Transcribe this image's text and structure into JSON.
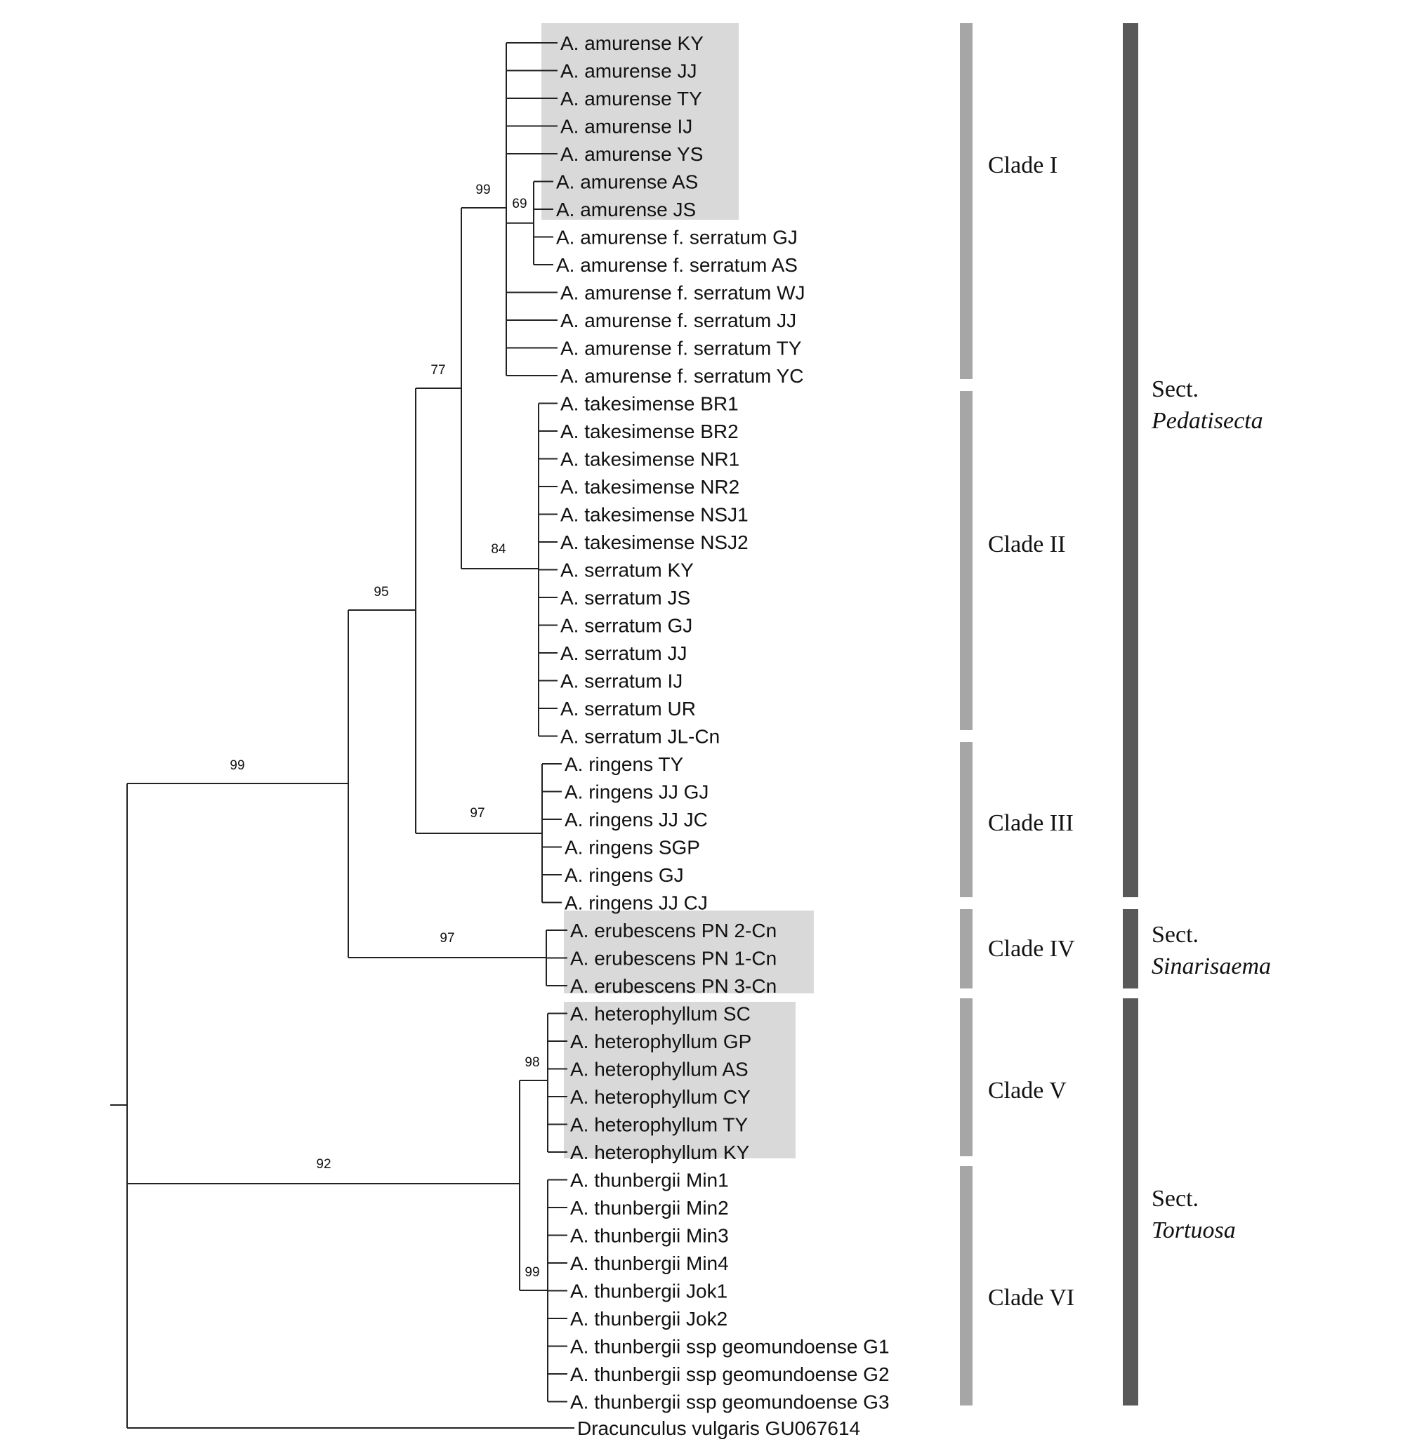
{
  "colors": {
    "branch": "#222222",
    "highlight": "#d9d9d9",
    "clade_bar": "#a6a6a6",
    "section_bar": "#595959"
  },
  "tree": {
    "leaves": [
      "A. amurense KY",
      "A. amurense JJ",
      "A. amurense TY",
      "A. amurense IJ",
      "A. amurense YS",
      "A. amurense AS",
      "A. amurense JS",
      "A. amurense f. serratum GJ",
      "A. amurense f. serratum AS",
      "A. amurense f. serratum WJ",
      "A. amurense f. serratum JJ",
      "A. amurense f. serratum TY",
      "A. amurense f. serratum YC",
      "A. takesimense BR1",
      "A. takesimense BR2",
      "A. takesimense NR1",
      "A. takesimense NR2",
      "A. takesimense NSJ1",
      "A. takesimense NSJ2",
      "A. serratum KY",
      "A. serratum JS",
      "A. serratum GJ",
      "A. serratum JJ",
      "A. serratum IJ",
      "A. serratum UR",
      "A. serratum JL-Cn",
      "A. ringens TY",
      "A. ringens JJ GJ",
      "A. ringens JJ JC",
      "A. ringens SGP",
      "A. ringens GJ",
      "A. ringens JJ CJ",
      "A. erubescens PN 2-Cn",
      "A. erubescens PN 1-Cn",
      "A. erubescens PN 3-Cn",
      "A. heterophyllum SC",
      "A. heterophyllum GP",
      "A. heterophyllum AS",
      "A. heterophyllum CY",
      "A. heterophyllum TY",
      "A. heterophyllum KY",
      "A. thunbergii Min1",
      "A. thunbergii Min2",
      "A. thunbergii Min3",
      "A. thunbergii Min4",
      "A. thunbergii Jok1",
      "A. thunbergii Jok2",
      "A. thunbergii ssp geomundoense G1",
      "A. thunbergii ssp geomundoense G2",
      "A. thunbergii ssp geomundoense G3",
      "Dracunculus vulgaris GU067614"
    ],
    "bootstrap": {
      "root_ingroup_upper": "99",
      "pedatisecta_sinarisaema": "95",
      "pedatisecta": "77",
      "clade_I_II": "99",
      "amurense_sub": "69",
      "clade_II": "84",
      "clade_III": "97",
      "clade_IV": "97",
      "tortuosa": "92",
      "clade_V": "98",
      "clade_VI": "99"
    }
  },
  "clades": [
    "Clade I",
    "Clade II",
    "Clade III",
    "Clade IV",
    "Clade V",
    "Clade VI"
  ],
  "sections": [
    {
      "prefix": "Sect.",
      "name": "Pedatisecta"
    },
    {
      "prefix": "Sect.",
      "name": "Sinarisaema"
    },
    {
      "prefix": "Sect.",
      "name": "Tortuosa"
    }
  ]
}
